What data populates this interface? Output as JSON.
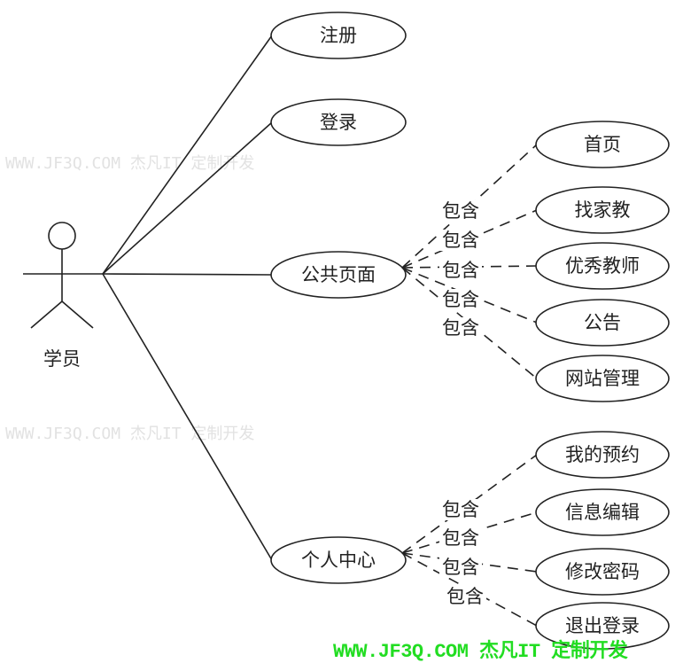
{
  "actor": {
    "label": "学员"
  },
  "main_use_cases": [
    "注册",
    "登录",
    "公共页面",
    "个人中心"
  ],
  "public_page_includes": [
    "首页",
    "找家教",
    "优秀教师",
    "公告",
    "网站管理"
  ],
  "personal_center_includes": [
    "我的预约",
    "信息编辑",
    "修改密码",
    "退出登录"
  ],
  "include_label": "包含",
  "watermark": {
    "text": "WWW.JF3Q.COM 杰凡IT 定制开发"
  },
  "footer": {
    "text": "WWW.JF3Q.COM 杰凡IT 定制开发",
    "color": "#22dd22"
  }
}
